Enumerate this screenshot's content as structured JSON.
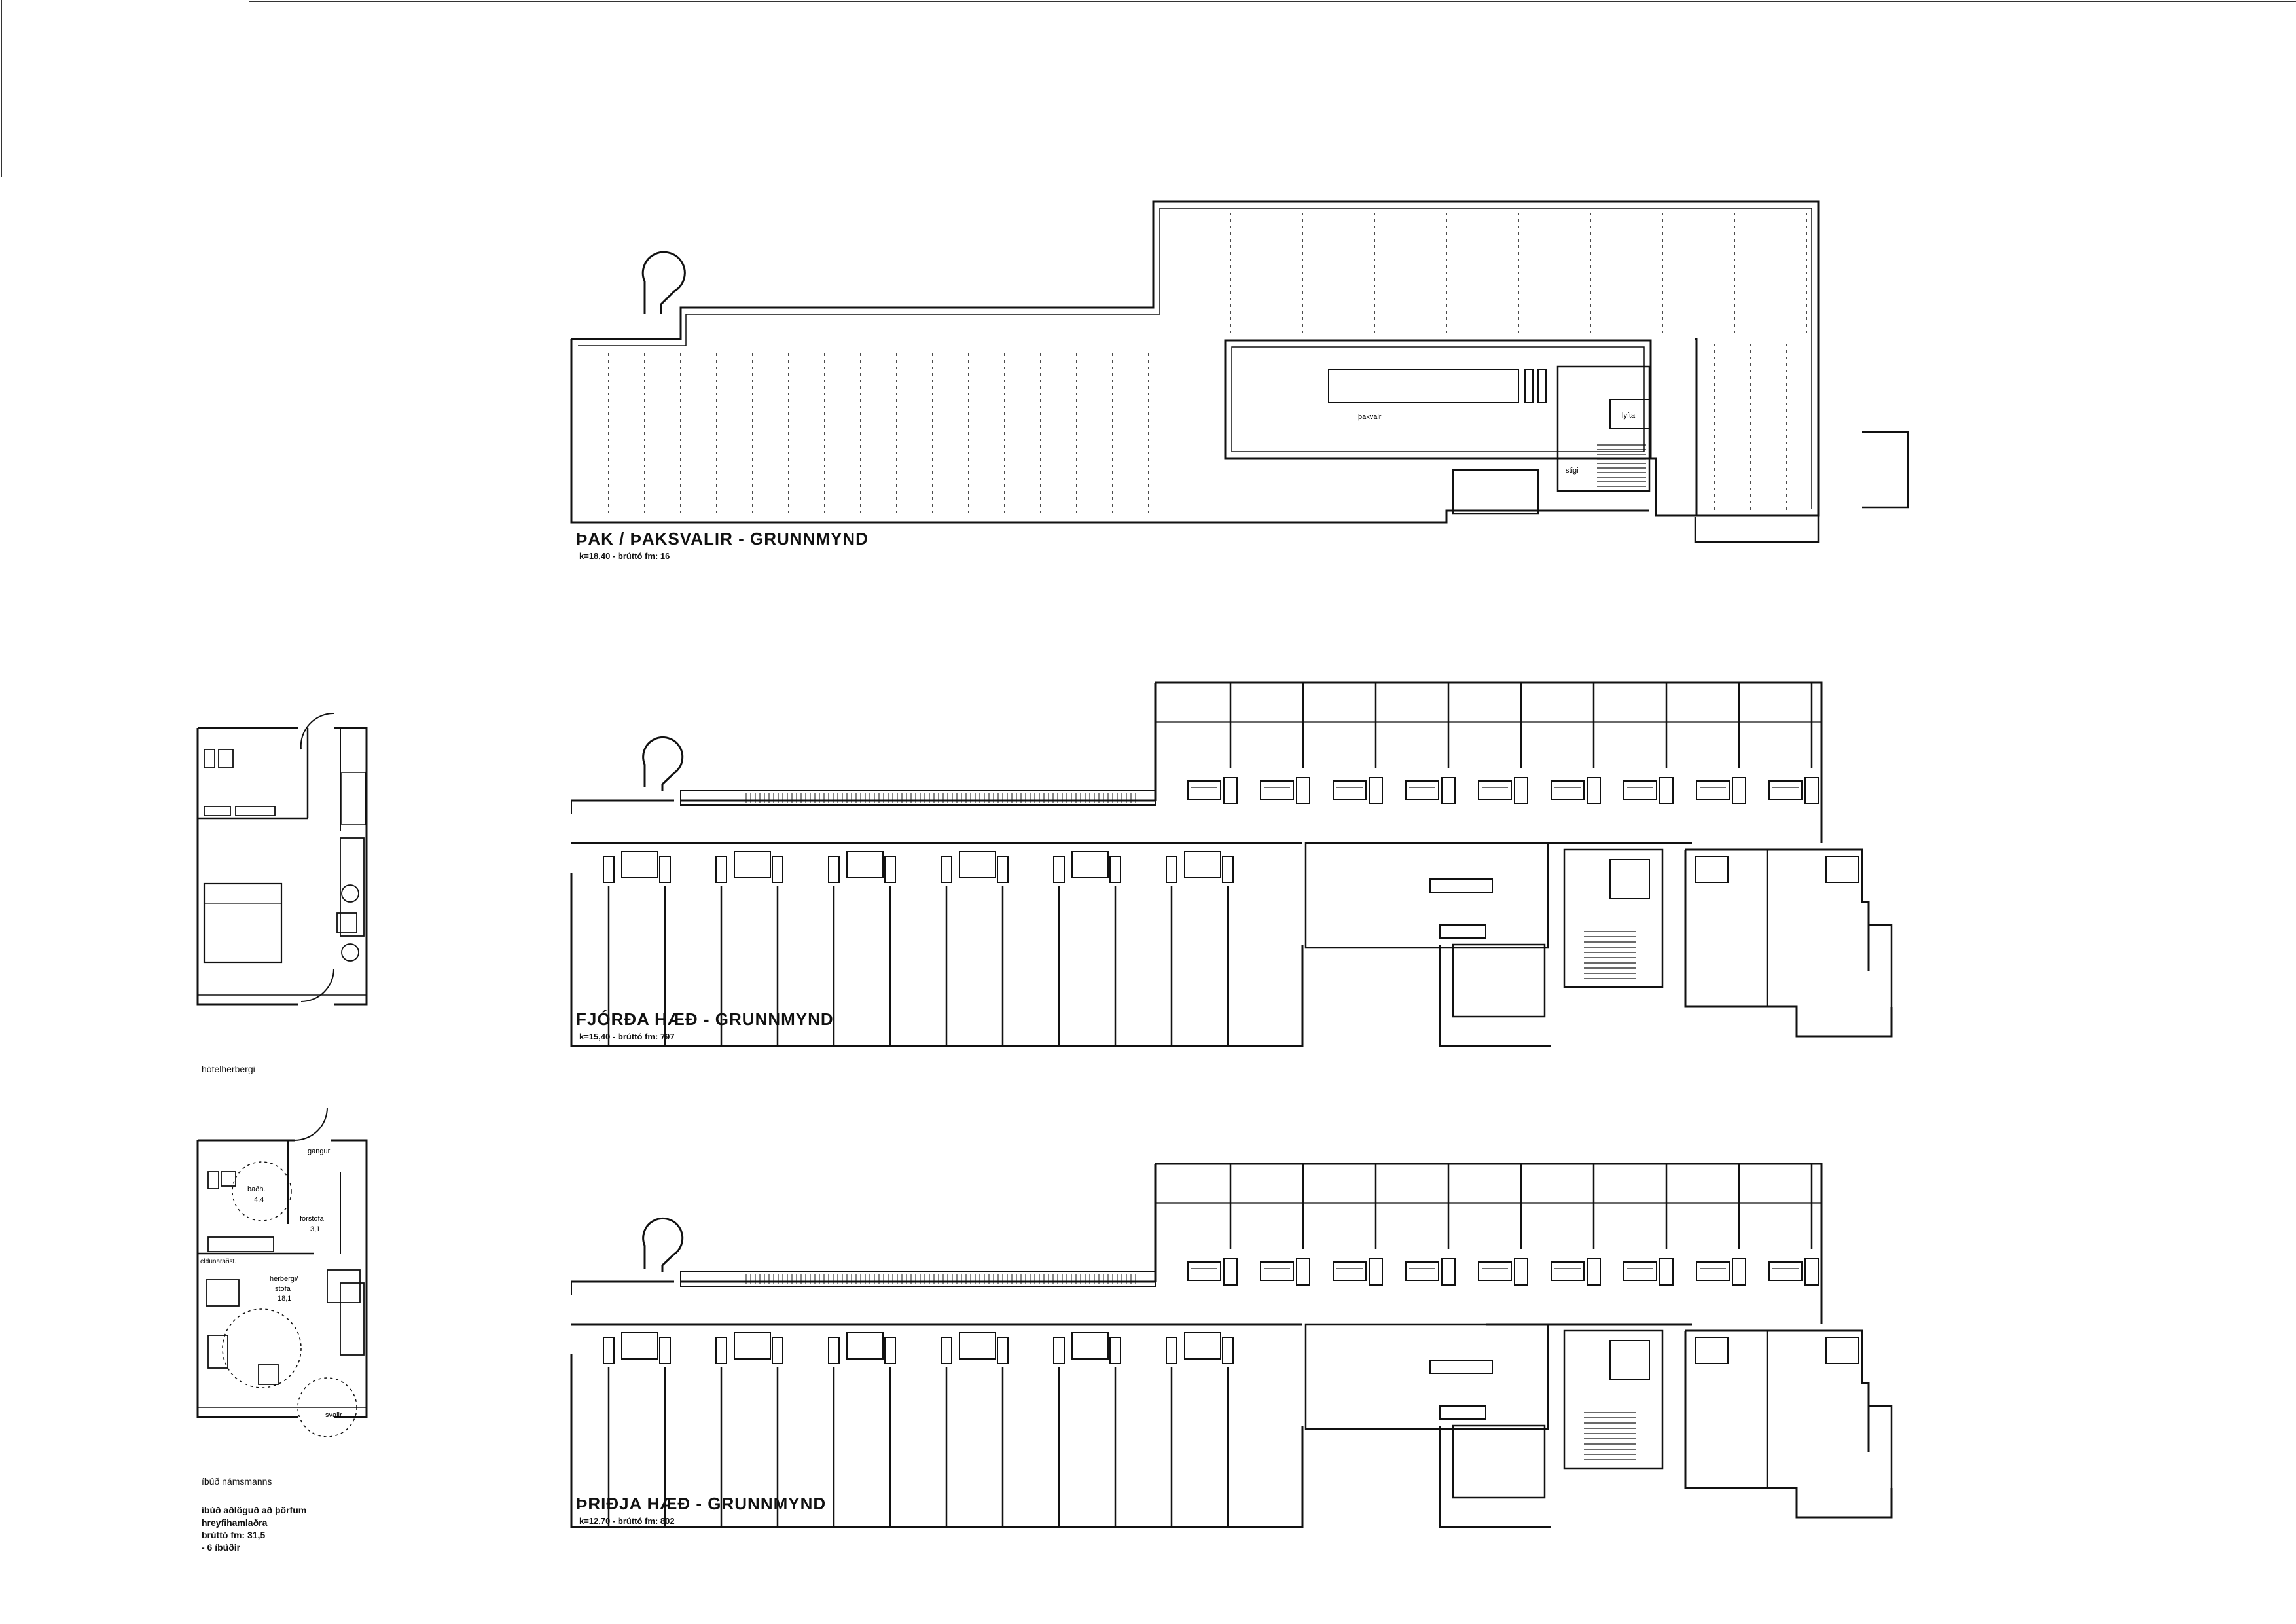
{
  "plans": {
    "roof": {
      "title": "ÞAK / ÞAKSVALIR  - GRUNNMYND",
      "sub": "k=18,40 - brúttó fm: 16",
      "rooms": {
        "lift": "lyfta",
        "roof_window": "þakvalr",
        "stair": "stigi"
      }
    },
    "fourth": {
      "title": "FJÓRÐA HÆÐ - GRUNNMYND",
      "sub": "k=15,40 - brúttó fm: 797"
    },
    "third": {
      "title": "ÞRIÐJA HÆÐ - GRUNNMYND",
      "sub": "k=12,70 - brúttó fm: 802"
    }
  },
  "details": {
    "hotel": {
      "caption": "hótelherbergi"
    },
    "student": {
      "caption": "íbúð námsmanns",
      "rooms": {
        "corridor": "gangur",
        "bath": "baðh.",
        "bath_area": "4,4",
        "hall": "forstofa",
        "hall_area": "3,1",
        "kitchen": "eldunaraðst.",
        "living": "herbergi/",
        "living2": "stofa",
        "living_area": "18,1",
        "balcony": "svalir"
      },
      "notes": [
        "íbúð aðlöguð að þörfum",
        "hreyfihamlaðra",
        "brúttó fm: 31,5",
        "- 6 íbúðir"
      ]
    }
  }
}
